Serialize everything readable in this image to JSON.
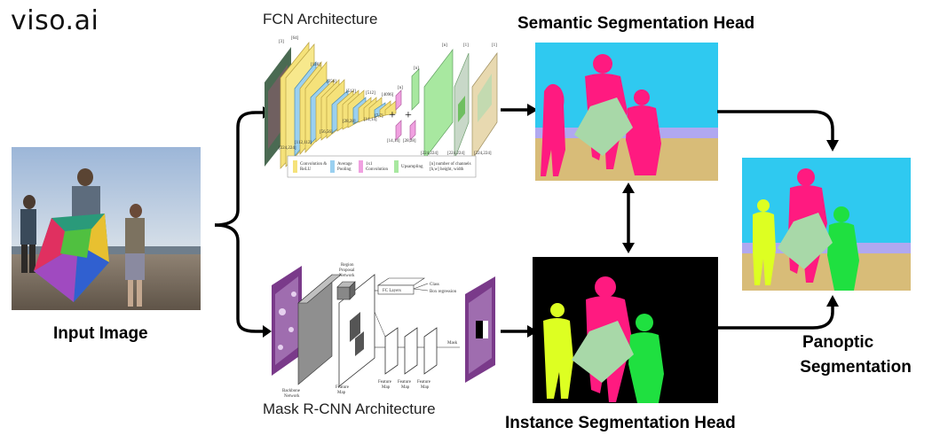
{
  "brand": {
    "logo": "viso.ai"
  },
  "labels": {
    "input_image": "Input Image",
    "fcn_arch": "FCN Architecture",
    "semantic_head": "Semantic Segmentation Head",
    "instance_head": "Instance Segmentation Head",
    "panoptic_line1": "Panoptic",
    "panoptic_line2": "Segmentation",
    "mask_rcnn_arch": "Mask R-CNN Architecture"
  },
  "fcn": {
    "channels": [
      "[3]",
      "[64]",
      "[128]",
      "[256]",
      "[512]",
      "[512]",
      "[4096]",
      "[nₑ]",
      "[nₑ]",
      "[nₑ]",
      "[1]",
      "[1]"
    ],
    "sizes": [
      "[224,224]",
      "[112,112]",
      "[56,56]",
      "[28,28]",
      "[14,14]",
      "[7,7]",
      "[14,14]",
      "[28,28]",
      "[224,224]",
      "[224,224]",
      "[224,224]"
    ],
    "legend": [
      "Convolution & ReLU",
      "Average Pooling",
      "1x1 Convolution",
      "Upsampling",
      "[n] number of channels",
      "[h,w] height, width"
    ]
  },
  "mask_rcnn": {
    "rpn": "Region Proposal Network",
    "fc_layers": "FC Layers",
    "class": "Class",
    "box_regression": "Box regression",
    "mask": "Mask",
    "backbone": "Backbone Network",
    "feature_map": "Feature Map"
  },
  "colors": {
    "sky": "#2fc9f0",
    "person_pink": "#ff1a80",
    "kite": "#a8d8a8",
    "sand": "#d8bc78",
    "sea": "#b0a8f0",
    "instance_yellow": "#ddff22",
    "instance_green": "#1fe040",
    "conv_yellow": "#f5e27a",
    "pool_blue": "#9ad0f0",
    "conv1x1_pink": "#f0a0e0",
    "upsample_green": "#a8e8a0"
  }
}
